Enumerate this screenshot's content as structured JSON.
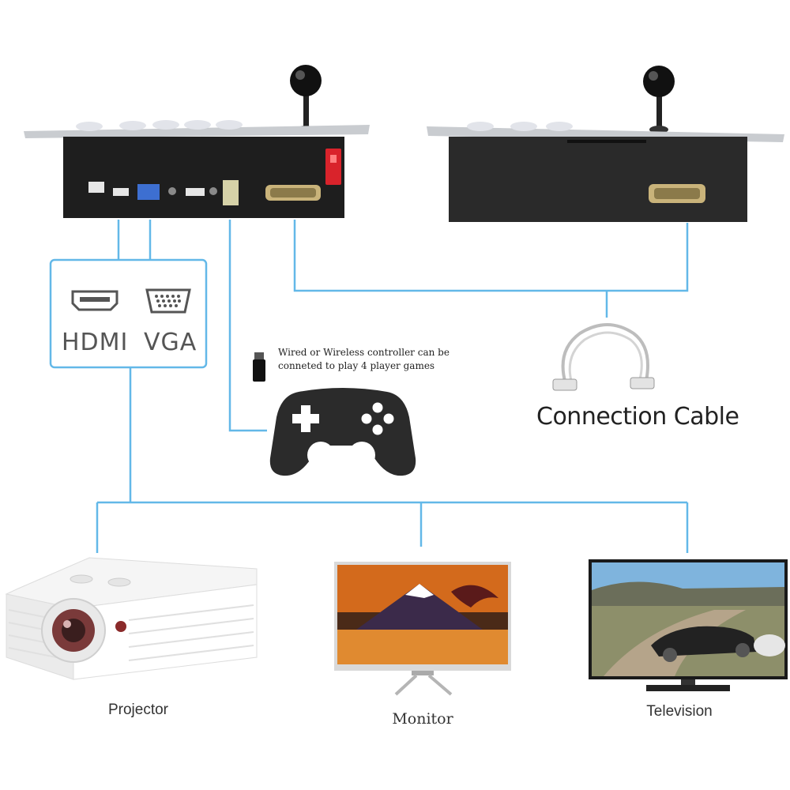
{
  "colors": {
    "line": "#63b8e8",
    "panel_dark": "#1e1e1e",
    "panel_top": "#c9ccd0",
    "power_switch": "#d9232b"
  },
  "ports": {
    "hdmi_label": "HDMI",
    "vga_label": "VGA"
  },
  "controller_note": {
    "line1": "Wired or Wireless controller can be",
    "line2": "conneted to play 4 player games"
  },
  "cable": {
    "label": "Connection Cable"
  },
  "devices": {
    "projector": "Projector",
    "monitor": "Monitor",
    "television": "Television"
  },
  "icons": [
    "hdmi-port-icon",
    "vga-port-icon",
    "usb-dongle-icon",
    "gamepad-icon",
    "joystick-icon",
    "db15-connector-icon",
    "cable-icon"
  ]
}
